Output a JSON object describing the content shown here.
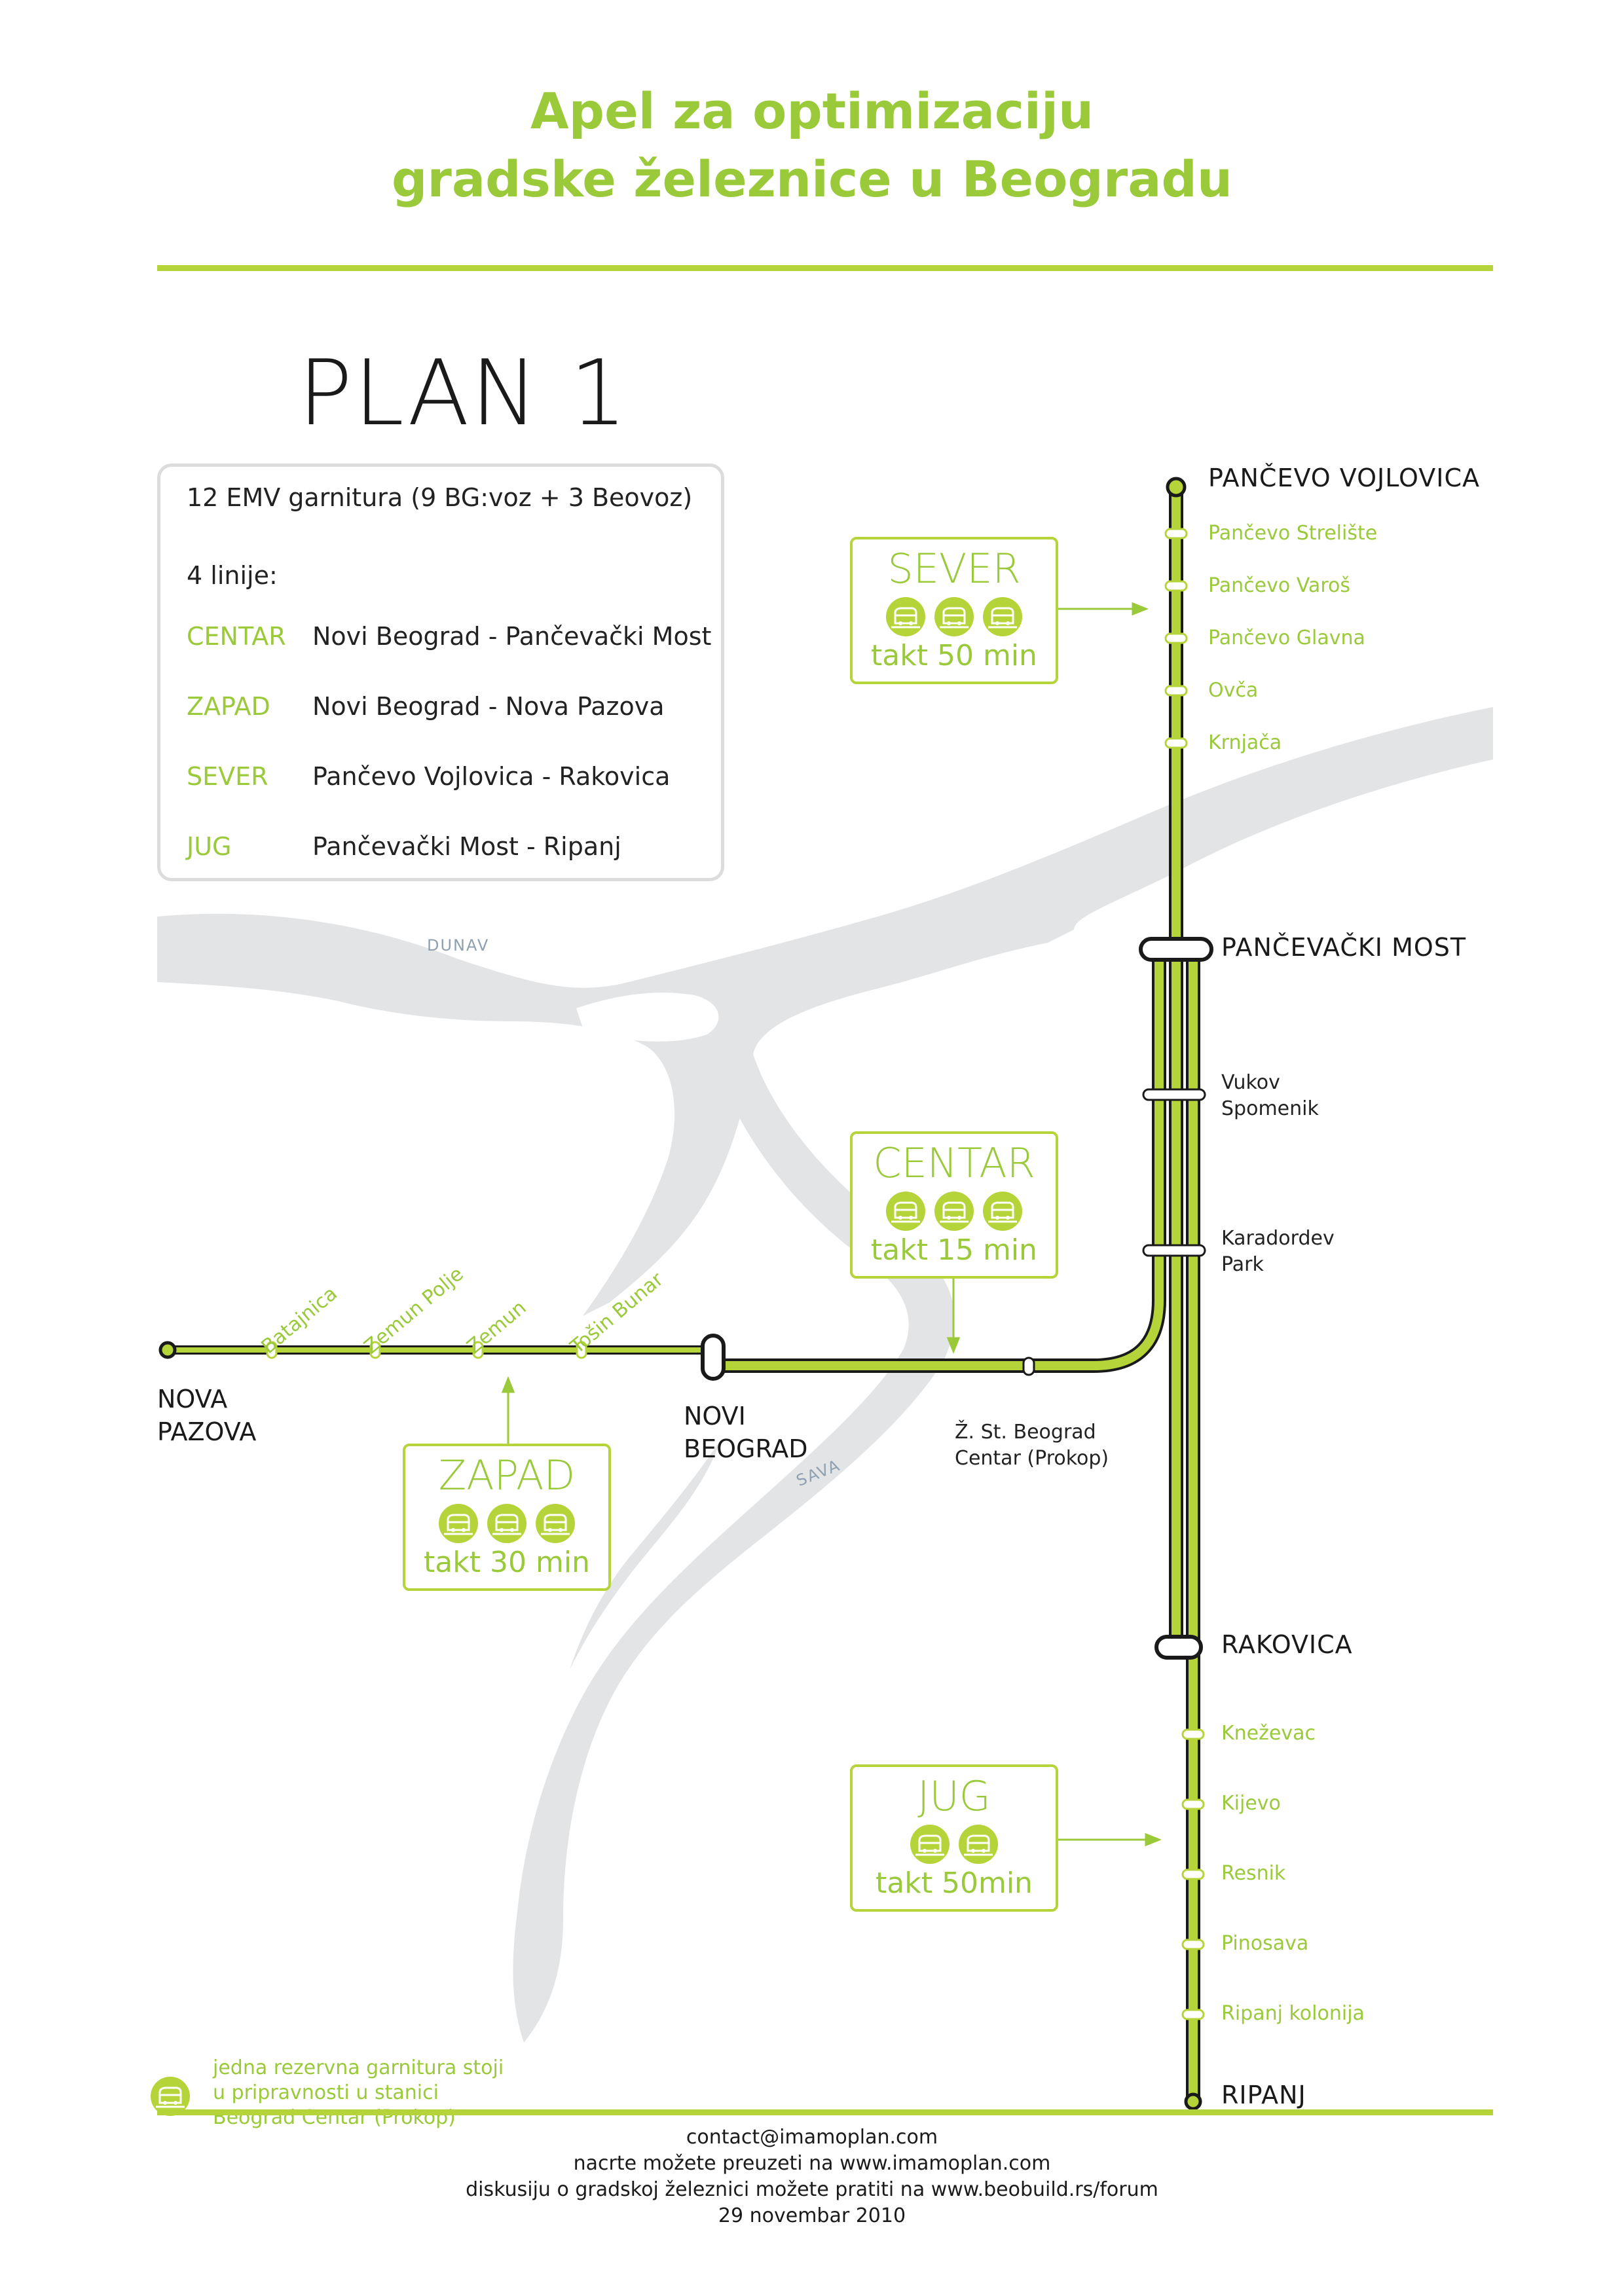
{
  "title": {
    "line1": "Apel za optimizaciju",
    "line2": "gradske železnice u Beogradu"
  },
  "plan_heading": "PLAN 1",
  "legend": {
    "summary": "12 EMV garnitura (9 BG:voz + 3 Beovoz)",
    "lines_heading": "4 linije:",
    "lines": [
      {
        "key": "CENTAR",
        "route": "Novi Beograd - Pančevački Most"
      },
      {
        "key": "ZAPAD",
        "route": "Novi Beograd - Nova Pazova"
      },
      {
        "key": "SEVER",
        "route": "Pančevo Vojlovica - Rakovica"
      },
      {
        "key": "JUG",
        "route": "Pančevački Most - Ripanj"
      }
    ]
  },
  "rivers": {
    "dunav": "DUNAV",
    "sava": "SAVA"
  },
  "stations": {
    "pancevo_vojlovica": "PANČEVO VOJLOVICA",
    "pancevo_streliste": "Pančevo Strelište",
    "pancevo_varos": "Pančevo Varoš",
    "pancevo_glavna": "Pančevo Glavna",
    "ovca": "Ovča",
    "krnjaca": "Krnjača",
    "pancevacki_most": "PANČEVAČKI MOST",
    "vukov_spomenik_1": "Vukov",
    "vukov_spomenik_2": "Spomenik",
    "karadordev_park_1": "Karadordev",
    "karadordev_park_2": "Park",
    "prokop_1": "Ž. St. Beograd",
    "prokop_2": "Centar (Prokop)",
    "novi_beograd_1": "NOVI",
    "novi_beograd_2": "BEOGRAD",
    "nova_pazova_1": "NOVA",
    "nova_pazova_2": "PAZOVA",
    "batajnica": "Batajnica",
    "zemun_polje": "Zemun Polje",
    "zemun": "Zemun",
    "tosin_bunar": "Tošin Bunar",
    "rakovica": "RAKOVICA",
    "knezevac": "Kneževac",
    "kijevo": "Kijevo",
    "resnik": "Resnik",
    "pinosava": "Pinosava",
    "ripanj_kolonija": "Ripanj kolonija",
    "ripanj": "RIPANJ"
  },
  "service_boxes": {
    "sever": {
      "name": "SEVER",
      "takt": "takt 50 min",
      "trains": 3
    },
    "centar": {
      "name": "CENTAR",
      "takt": "takt 15 min",
      "trains": 3
    },
    "zapad": {
      "name": "ZAPAD",
      "takt": "takt 30 min",
      "trains": 3
    },
    "jug": {
      "name": "JUG",
      "takt": "takt 50min",
      "trains": 2
    }
  },
  "reserve_note": {
    "line1": "jedna rezervna garnitura stoji",
    "line2": "u pripravnosti u stanici",
    "line3": "Beograd Centar (Prokop)"
  },
  "footer": {
    "line1": "contact@imamoplan.com",
    "line2": "nacrte možete preuzeti na www.imamoplan.com",
    "line3": "diskusiju o gradskoj železnici možete pratiti na www.beobuild.rs/forum",
    "line4": "29 novembar 2010"
  },
  "colors": {
    "line_green": "#b5d43a",
    "text_green": "#9ac93a",
    "river_gray": "#e3e4e6",
    "track_dark": "#1a1a1a"
  }
}
